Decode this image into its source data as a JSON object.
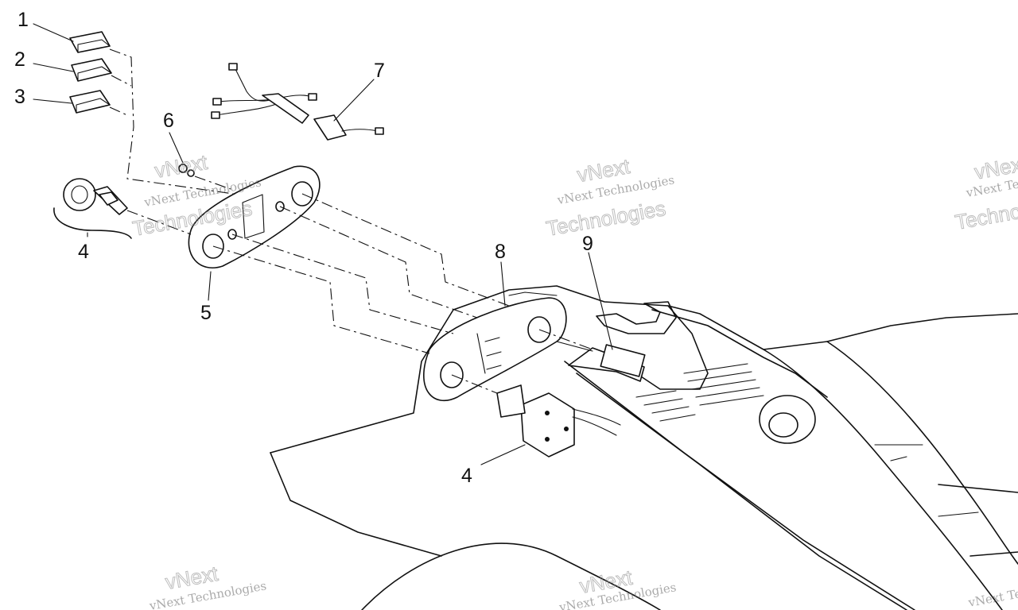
{
  "callouts": {
    "c1": "1",
    "c2": "2",
    "c3": "3",
    "c4a": "4",
    "c5": "5",
    "c6": "6",
    "c7": "7",
    "c8": "8",
    "c9": "9",
    "c4b": "4"
  },
  "watermark": {
    "line1": "vNext Technologies",
    "line2": "Technologies",
    "line3": "vNext"
  },
  "colors": {
    "line": "#111111",
    "background": "#ffffff",
    "watermark": "#888888"
  }
}
